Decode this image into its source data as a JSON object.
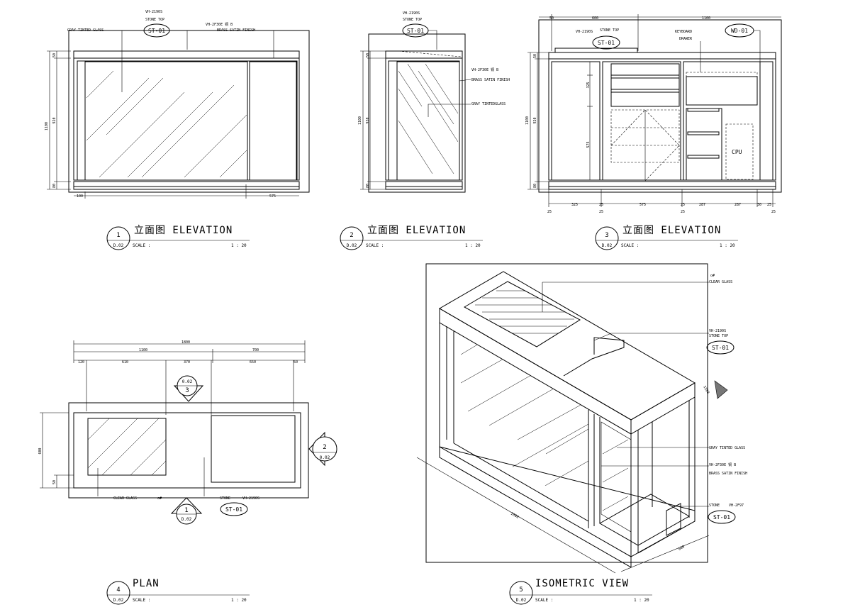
{
  "views": [
    {
      "number": "1",
      "sheet": "D.02",
      "title": "立面图 ELEVATION",
      "scale_label": "SCALE :",
      "scale": "1 : 20"
    },
    {
      "number": "2",
      "sheet": "D.02",
      "title": "立面图 ELEVATION",
      "scale_label": "SCALE :",
      "scale": "1 : 20"
    },
    {
      "number": "3",
      "sheet": "D.02",
      "title": "立面图 ELEVATION",
      "scale_label": "SCALE :",
      "scale": "1 : 20"
    },
    {
      "number": "4",
      "sheet": "D.02",
      "title": "PLAN",
      "scale_label": "SCALE :",
      "scale": "1 : 20"
    },
    {
      "number": "5",
      "sheet": "D.02",
      "title": "ISOMETRIC VIEW",
      "scale_label": "SCALE :",
      "scale": "1 : 20"
    }
  ],
  "tags": {
    "stone": "ST-01",
    "wood": "WD-01"
  },
  "notes": {
    "code": "VH-2190S",
    "stone_top": "STONE TOP",
    "gray_glass": "GRAY TINTED GLASS",
    "gray_glass_alt": "GRAY TINTEDGLASS",
    "brass": "BRASS SATIN FINISH",
    "brass_code": "VH-2F30E 铜 B",
    "keyboard": "KEYBOARD",
    "drawer": "DRAWER",
    "cpu": "CPU",
    "clear_glass": "CLEAR GLASS",
    "clear_glass_code": "o#",
    "stone": "STONE",
    "stone_code": "VH-2F97"
  },
  "dims": {
    "v1_height": "1100",
    "v1_mid": "920",
    "v1_top": "50",
    "v1_bot": "80",
    "v1_left": "100",
    "v1_right": "575",
    "v2_height": "1100",
    "v2_mid": "930",
    "v2_top": "50",
    "v2_bot": "80",
    "v3_top1": "50",
    "v3_top2": "600",
    "v3_top3": "1100",
    "v3_height": "1100",
    "v3_mid": "920",
    "v3_top": "50",
    "v3_bot": "80",
    "v3_inner1": "325",
    "v3_inner2": "575",
    "v3_bottom": [
      "325",
      "25",
      "575",
      "25",
      "287",
      "287",
      "30",
      "25"
    ],
    "v3_ticks": [
      "25",
      "25",
      "25",
      "25"
    ],
    "plan_total": "1800",
    "plan_left": "1100",
    "plan_right": "700",
    "plan_sub": [
      "120",
      "610",
      "370",
      "650",
      "50"
    ],
    "plan_depth": "600",
    "plan_edge": "50",
    "iso_len": "1800",
    "iso_dep": "600",
    "iso_h": "1100"
  },
  "section_markers": [
    {
      "sheet": "0.02",
      "number": "3"
    },
    {
      "sheet": "0.02",
      "number": "2"
    },
    {
      "sheet": "D.02",
      "number": "1"
    }
  ]
}
